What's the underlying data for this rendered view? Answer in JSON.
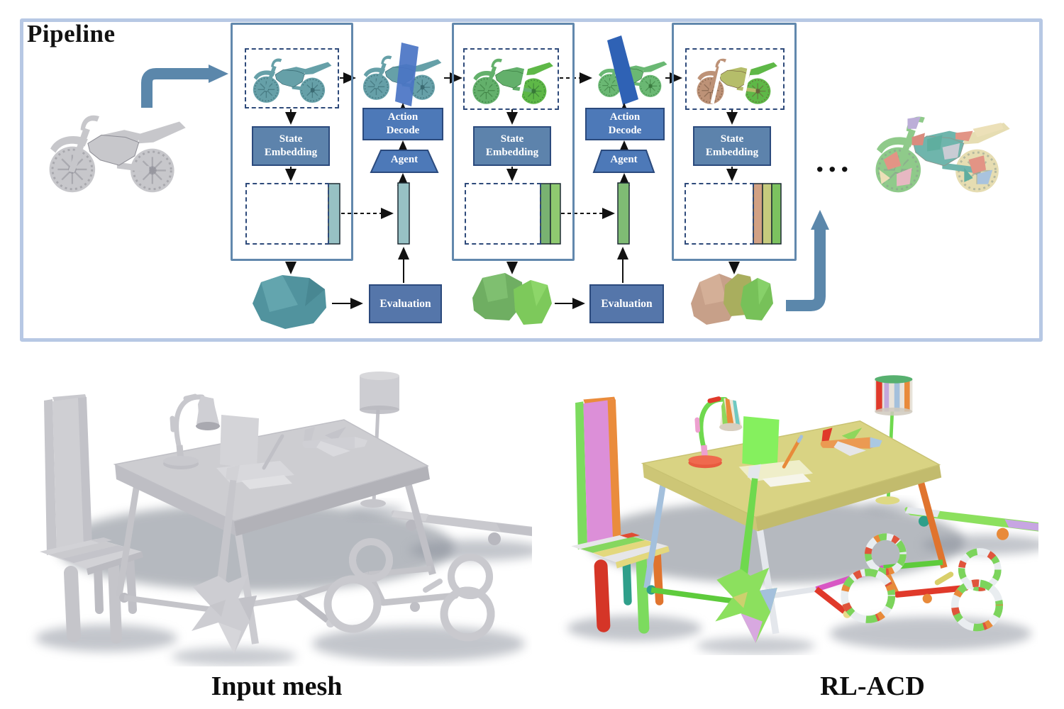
{
  "pipeline": {
    "title": "Pipeline",
    "state_embedding_label": "State Embedding",
    "action_decode_label": "Action Decode",
    "agent_label": "Agent",
    "evaluation_label": "Evaluation",
    "ellipsis": "..."
  },
  "comparison": {
    "input_label": "Input mesh",
    "result_label": "RL-ACD"
  },
  "colors": {
    "panel_border": "#b7c8e4",
    "stage_border": "#6288ad",
    "dashed_border": "#2e4a7a",
    "state_embedding_fill": "#5d83ac",
    "action_decode_fill": "#4d79b8",
    "evaluation_fill": "#5576aa",
    "box_border": "#2b4a7d",
    "big_arrow_blue": "#5b87ab",
    "teal_part": "#66a0a8",
    "green_part": "#5eb847",
    "tan_part": "#bd9277",
    "olive_part": "#b5bd6a",
    "cut_plane_blue": "#2f62b5",
    "table_color": "#d9d383"
  }
}
